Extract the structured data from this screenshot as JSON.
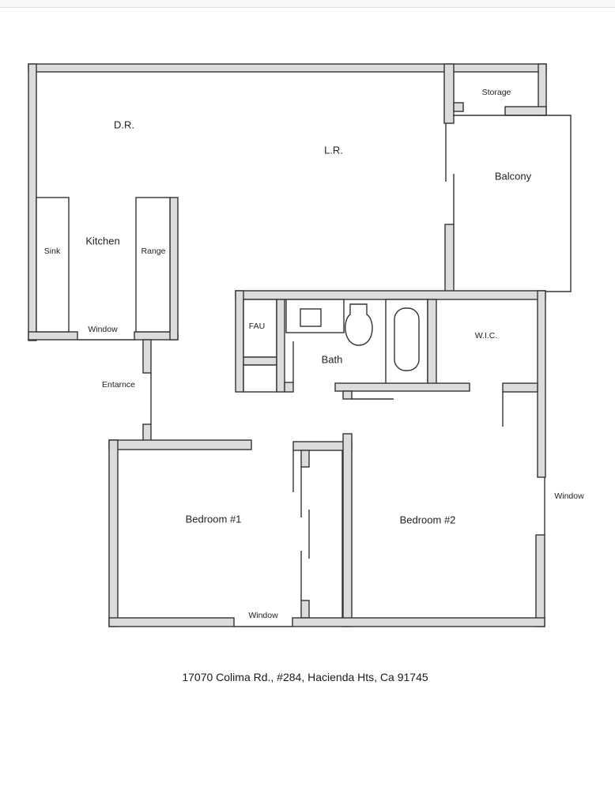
{
  "document": {
    "type": "apartment floor plan",
    "address": "17070 Colima Rd., #284, Hacienda Hts, Ca 91745"
  },
  "rooms": {
    "dining_room": "D.R.",
    "living_room": "L.R.",
    "storage": "Storage",
    "balcony": "Balcony",
    "kitchen": "Kitchen",
    "sink": "Sink",
    "range": "Range",
    "kitchen_window": "Window",
    "fau": "FAU",
    "bath": "Bath",
    "wic": "W.I.C.",
    "entrance": "Entarnce",
    "bedroom1": "Bedroom #1",
    "bedroom2": "Bedroom #2",
    "bedroom1_window": "Window",
    "bedroom2_window": "Window"
  },
  "colors": {
    "wall_fill": "#dcdcdc",
    "wall_outline": "#333333",
    "background": "#ffffff"
  }
}
